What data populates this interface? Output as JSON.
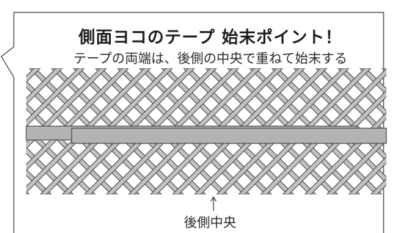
{
  "callout": {
    "title": "側面ヨコのテープ 始末ポイント！",
    "subtitle": "テープの両端は、後側の中央で重ねて始末する",
    "caption": "後側中央"
  },
  "colors": {
    "frame": "#3a3a3a",
    "mesh_fill": "#c2c2c2",
    "mesh_stroke": "#4d4d4d",
    "tape_fill": "#b3b3b3",
    "tape_stroke": "#4a4a4a"
  }
}
